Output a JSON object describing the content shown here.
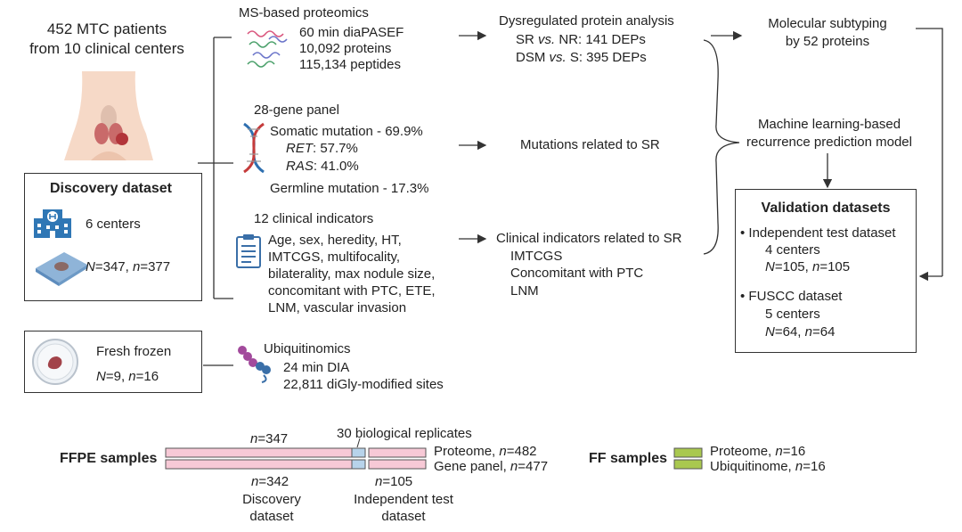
{
  "cohort": {
    "line1": "452 MTC patients",
    "line2": "from 10 clinical centers"
  },
  "discovery": {
    "title": "Discovery dataset",
    "centers": "6 centers",
    "N_label": "N",
    "N_value": "=347, ",
    "n_label": "n",
    "n_value": "=377"
  },
  "fresh_frozen": {
    "title": "Fresh frozen",
    "N_label": "N",
    "N_value": "=9, ",
    "n_label": "n",
    "n_value": "=16"
  },
  "proteomics": {
    "title": "MS-based proteomics",
    "lines": [
      "60 min diaPASEF",
      "10,092 proteins",
      "115,134 peptides"
    ]
  },
  "gene_panel": {
    "title": "28-gene panel",
    "somatic": "Somatic mutation - 69.9%",
    "ret_name": "RET",
    "ret_value": ": 57.7%",
    "ras_name": "RAS",
    "ras_value": ": 41.0%",
    "germline": "Germline mutation - 17.3%"
  },
  "clinical": {
    "title": "12 clinical indicators",
    "lines": [
      "Age, sex, heredity, HT,",
      "IMTCGS, multifocality,",
      "bilaterality, max nodule size,",
      "concomitant with PTC, ETE,",
      "LNM, vascular invasion"
    ]
  },
  "ubiquitinomics": {
    "title": "Ubiquitinomics",
    "lines": [
      "24 min DIA",
      "22,811 diGly-modified sites"
    ]
  },
  "dysregulated": {
    "title": "Dysregulated protein analysis",
    "sr_a": "SR ",
    "vs1": "vs.",
    "sr_b": " NR: 141 DEPs",
    "dsm_a": "DSM ",
    "vs2": "vs.",
    "dsm_b": " S: 395 DEPs"
  },
  "mutations_sr": "Mutations related to SR",
  "clinical_sr": {
    "title": "Clinical indicators related to SR",
    "lines": [
      "IMTCGS",
      "Concomitant with PTC",
      "LNM"
    ]
  },
  "subtyping": {
    "line1": "Molecular subtyping",
    "line2": "by 52 proteins"
  },
  "ml_model": {
    "line1": "Machine learning-based",
    "line2": "recurrence prediction model"
  },
  "validation": {
    "title": "Validation datasets",
    "ind_title": "• Independent test dataset",
    "ind_centers": "4 centers",
    "ind_N_label": "N",
    "ind_N_value": "=105, ",
    "ind_n_label": "n",
    "ind_n_value": "=105",
    "fuscc_title": "• FUSCC dataset",
    "fuscc_centers": "5 centers",
    "fuscc_N_label": "N",
    "fuscc_N_value": "=64, ",
    "fuscc_n_label": "n",
    "fuscc_n_value": "=64"
  },
  "ffpe": {
    "label": "FFPE samples",
    "top_n_label": "n",
    "top_n_value": "=347",
    "replicates": "30 biological replicates",
    "proteome_a": "Proteome, ",
    "proteome_n": "n",
    "proteome_b": "=482",
    "genepanel_a": "Gene panel, ",
    "genepanel_n": "n",
    "genepanel_b": "=477",
    "bottom_left_n": "n",
    "bottom_left_value": "=342",
    "bottom_right_n": "n",
    "bottom_right_value": "=105",
    "discovery_line1": "Discovery",
    "discovery_line2": "dataset",
    "indtest_line1": "Independent test",
    "indtest_line2": "dataset"
  },
  "ff": {
    "label": "FF samples",
    "proteome_a": "Proteome, ",
    "proteome_n": "n",
    "proteome_b": "=16",
    "ubiq_a": "Ubiquitinome, ",
    "ubiq_n": "n",
    "ubiq_b": "=16"
  },
  "colors": {
    "pink": "#f7c9d6",
    "blue": "#b7d3ea",
    "green": "#a9c84f",
    "line": "#333333"
  },
  "icons": [
    "neck-thyroid-icon",
    "hospital-icon",
    "tissue-slide-icon",
    "petri-dish-icon",
    "peptides-icon",
    "dna-icon",
    "clipboard-icon",
    "ubiquitin-icon"
  ]
}
